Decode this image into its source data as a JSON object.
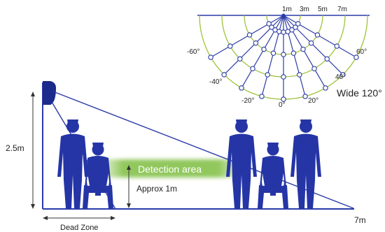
{
  "colors": {
    "figure": "#2535a6",
    "figure_dark": "#1c2a8c",
    "line": "#2a3aa8",
    "arc": "#9fc33a",
    "spoke": "#2b3ca6",
    "node_fill": "#ffffff",
    "detection_band": "#7ebe3f",
    "text": "#222222",
    "detection_text": "#ffffff"
  },
  "top_view": {
    "range_labels": [
      "1m",
      "3m",
      "5m",
      "7m"
    ],
    "angle_labels": [
      "-60°",
      "60°",
      "-40°",
      "40°",
      "-20°",
      "20°",
      "0°"
    ],
    "field_label": "Wide 120°"
  },
  "side_view": {
    "height_label": "2.5m",
    "detection_label": "Detection area",
    "approx_label": "Approx 1m",
    "distance_label": "7m",
    "dead_zone_label": "Dead Zone"
  }
}
